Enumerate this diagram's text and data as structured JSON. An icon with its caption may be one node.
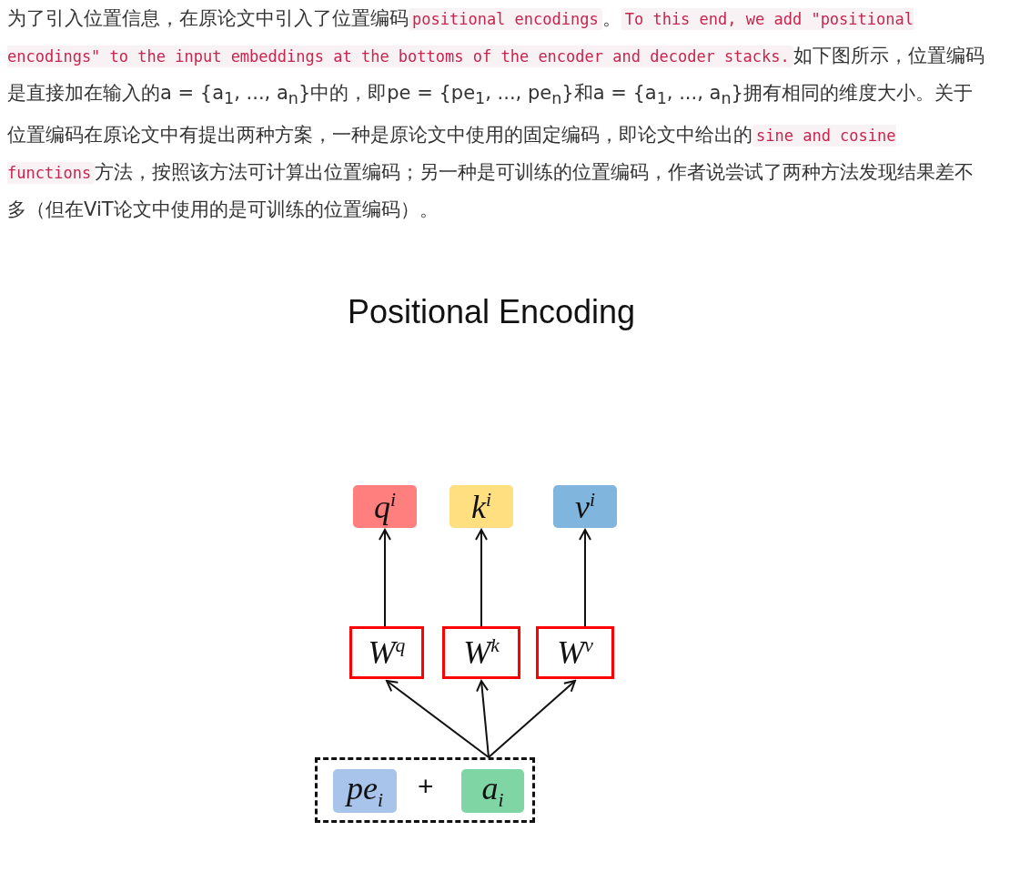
{
  "diagram": {
    "title": "Positional Encoding",
    "nodes": [
      {
        "text": [
          "q$^{i}$"
        ]
      },
      {
        "text": [
          "k$^{i}$"
        ]
      },
      {
        "text": [
          "v$^{i}$"
        ]
      },
      {
        "text": [
          "W$^{q}$"
        ]
      },
      {
        "text": [
          "W$^{k}$"
        ]
      },
      {
        "text": [
          "W$^{v}$"
        ]
      },
      {
        "text": [
          "+"
        ]
      },
      {
        "text": [
          "pe$_{i}$"
        ],
        "in": 6
      },
      {
        "text": [
          "a$_{i}$"
        ],
        "in": 6
      }
    ],
    "edges": [
      {
        "from": 3,
        "to": 0,
        "arrow": "to"
      },
      {
        "from": 4,
        "to": 1,
        "arrow": "to"
      },
      {
        "from": 5,
        "to": 2,
        "arrow": "to"
      },
      {
        "from": 6,
        "to": 3,
        "arrow": "to"
      },
      {
        "from": 6,
        "to": 4,
        "arrow": "to"
      },
      {
        "from": 6,
        "to": 5,
        "arrow": "to"
      }
    ],
    "labels": [
      "为了引入位置信息，在原论文中引入了位置编码",
      "positional encodings",
      "。",
      "To this end, we add \"positional encodings\" to the input embeddings at the bottoms of the encoder and decoder stacks.",
      "如下图所示，位置编码是直接加在输入的a = {a$_{1}$, ..., a$_{n}$}中的，即pe = {pe$_{1}$, ..., pe$_{n}$}和a = {a$_{1}$, ..., a$_{n}$}拥有相同的维度大小。关于位置编码在原论文中有提出两种方案，一种是原论文中使用的固定编码，即论文中给出的",
      "sine and cosine functions",
      "方法，按照该方法可计算出位置编码；另一种是可训练的位置编码，作者说尝试了两种方法发现结果差不多（但在ViT论文中使用的是可训练的位置编码）。"
    ]
  }
}
